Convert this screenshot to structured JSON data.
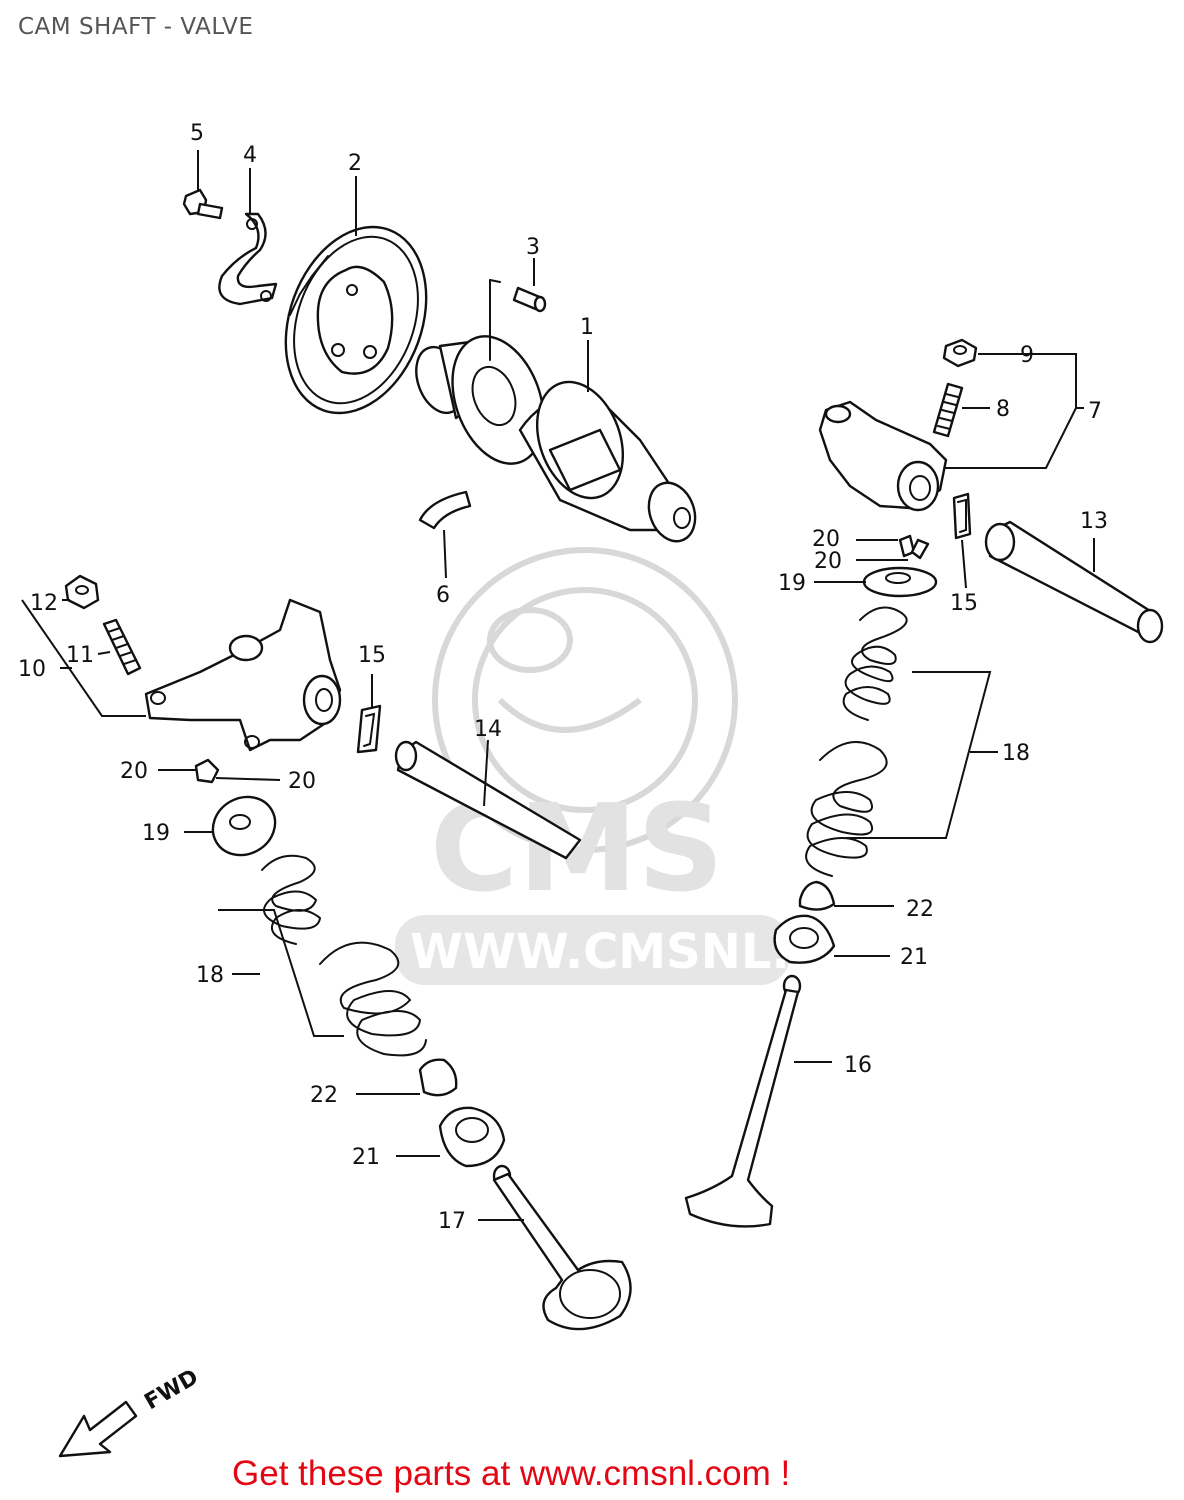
{
  "title": "CAM SHAFT - VALVE",
  "watermark": {
    "logo_text": "CMS",
    "url_text": "WWW.CMSNL.CO"
  },
  "direction_label": "FWD",
  "footer": {
    "text": "Get these parts at www.cmsnl.com !",
    "color": "#e30613"
  },
  "callouts": {
    "c1": "1",
    "c2": "2",
    "c3": "3",
    "c4": "4",
    "c5": "5",
    "c6": "6",
    "c7": "7",
    "c8": "8",
    "c9": "9",
    "c10": "10",
    "c11": "11",
    "c12": "12",
    "c13": "13",
    "c14": "14",
    "c15a": "15",
    "c15b": "15",
    "c16": "16",
    "c17": "17",
    "c18a": "18",
    "c18b": "18",
    "c19a": "19",
    "c19b": "19",
    "c20a": "20",
    "c20b": "20",
    "c20c": "20",
    "c20d": "20",
    "c21a": "21",
    "c21b": "21",
    "c22a": "22",
    "c22b": "22"
  },
  "parts": [
    "camshaft",
    "cam-sprocket",
    "dowel-pin",
    "sprocket-lock-plate",
    "bolt",
    "circlip",
    "intake-rocker-arm",
    "adjusting-screw",
    "lock-nut",
    "exhaust-rocker-arm",
    "adjusting-screw",
    "lock-nut",
    "rocker-shaft",
    "rocker-shaft",
    "shaft-seal",
    "exhaust-valve",
    "intake-valve",
    "valve-springs",
    "spring-retainer",
    "valve-cotter",
    "spring-seat",
    "oil-seal"
  ]
}
